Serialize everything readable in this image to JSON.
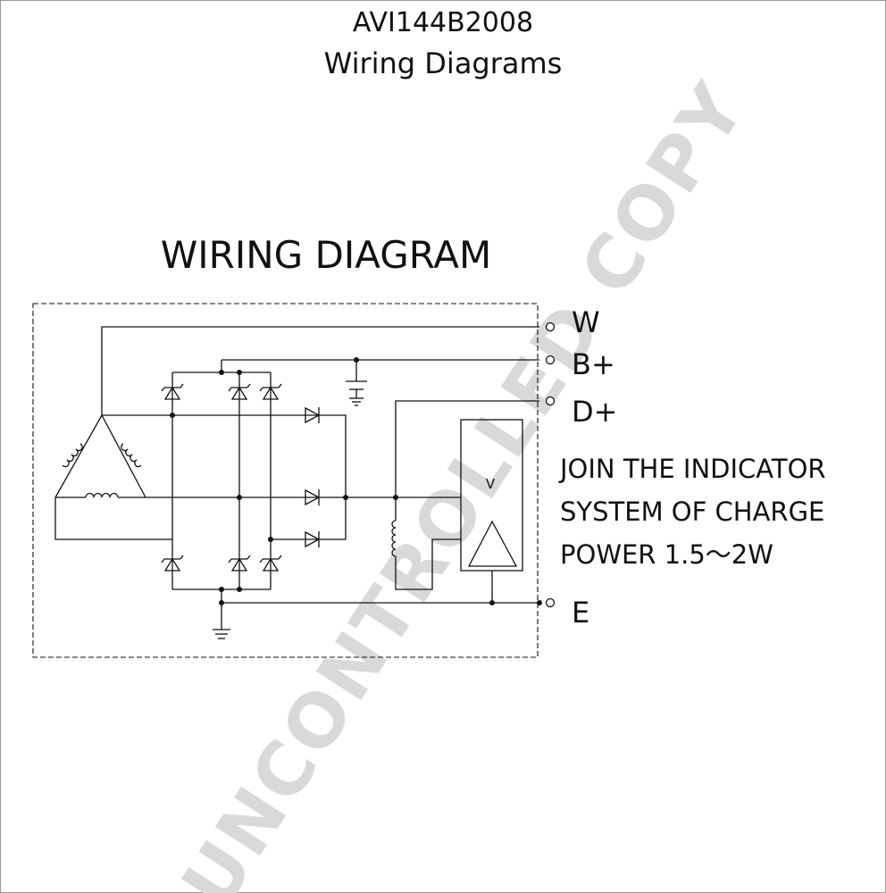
{
  "header": {
    "code": "AVI144B2008",
    "title": "Wiring Diagrams"
  },
  "watermark": "UNCONTROLLED COPY",
  "diagram": {
    "heading": "WIRING  DIAGRAM",
    "terminals": {
      "w": "W",
      "b_plus": "B+",
      "d_plus": "D+",
      "e": "E"
    },
    "regulator_label": "V",
    "note": [
      "JOIN  THE  INDICATOR",
      "SYSTEM  OF  CHARGE",
      "POWER  1.5～2W"
    ]
  },
  "colors": {
    "line": "#111111",
    "watermark": "#d9d9d9",
    "border": "#9a9a9a"
  }
}
